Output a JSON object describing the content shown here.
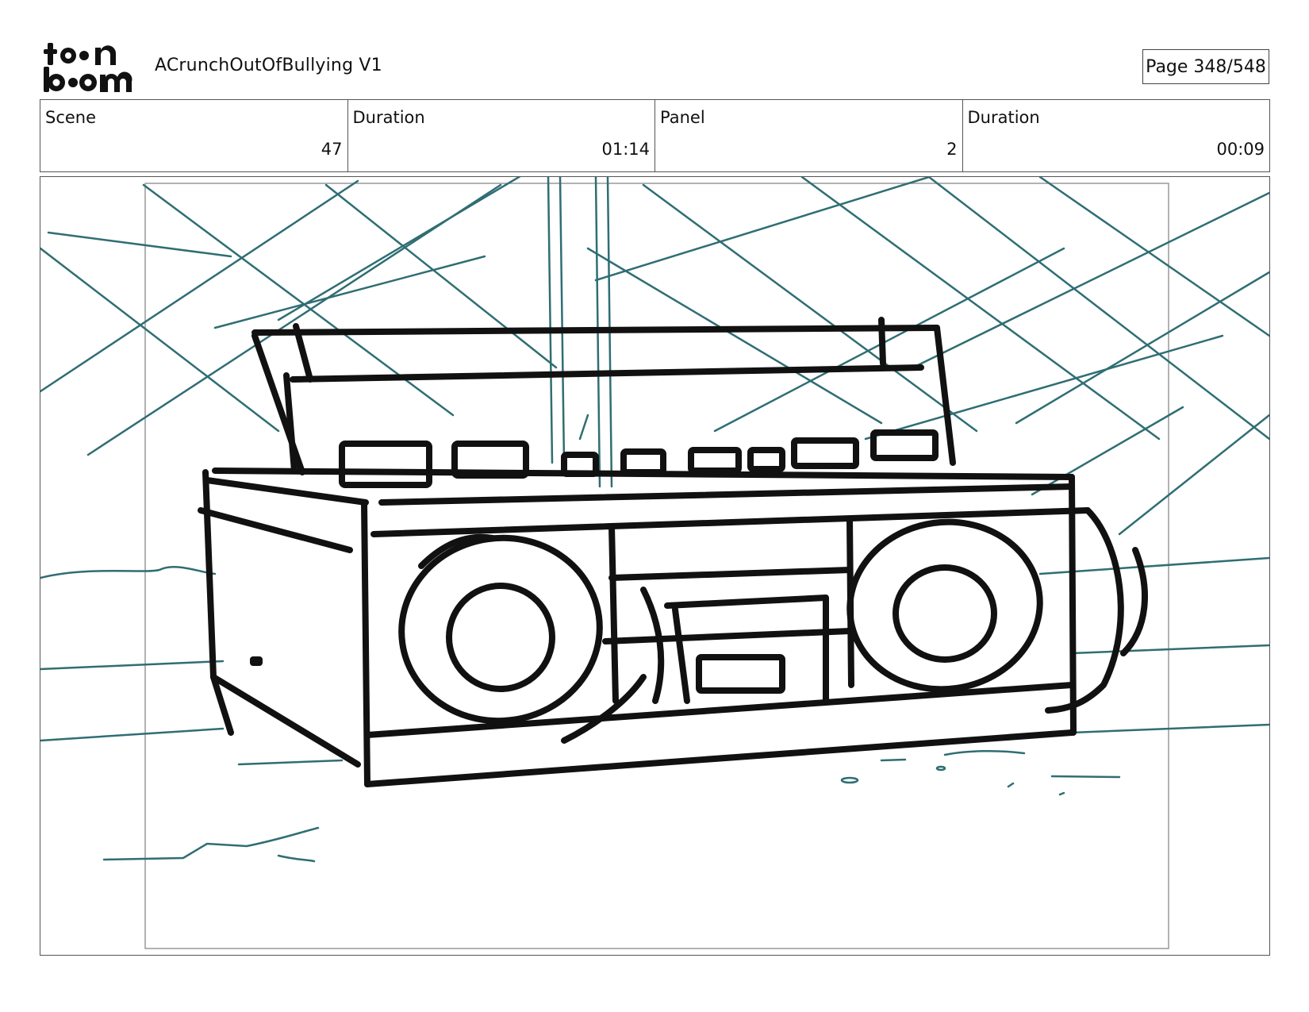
{
  "header": {
    "logo_text": "toon boom",
    "project_title": "ACrunchOutOfBullying V1",
    "page_label": "Page 348/548"
  },
  "info": {
    "scene_label": "Scene",
    "scene_value": "47",
    "scene_duration_label": "Duration",
    "scene_duration_value": "01:14",
    "panel_label": "Panel",
    "panel_value": "2",
    "panel_duration_label": "Duration",
    "panel_duration_value": "00:09"
  },
  "colors": {
    "sketch_teal": "#2f6e73",
    "ink": "#111111"
  }
}
